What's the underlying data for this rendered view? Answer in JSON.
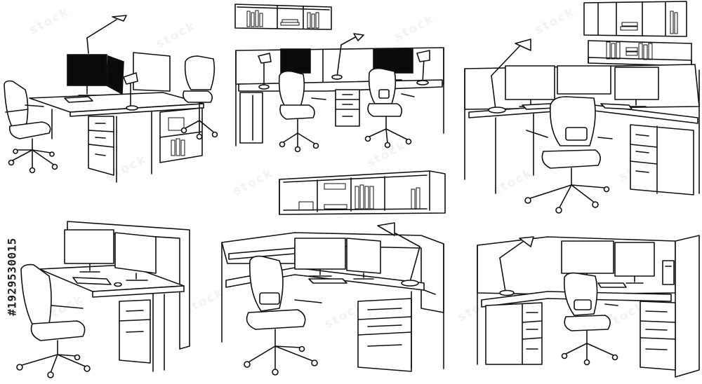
{
  "watermark": {
    "text": "stock",
    "color": "#000000"
  },
  "stock_id": "#1929530015",
  "illustration": {
    "style": "black line art on white",
    "stroke_color": "#111111",
    "background": "#ffffff",
    "items": [
      "workstation-dual-monitor-top-left",
      "cubicle-pair-top-center",
      "cubicle-corner-top-right",
      "wall-shelf-top-center",
      "wall-shelf-middle",
      "wall-cabinet-top-right",
      "workstation-bottom-left",
      "cubicle-bottom-center",
      "cubicle-bottom-right"
    ]
  }
}
